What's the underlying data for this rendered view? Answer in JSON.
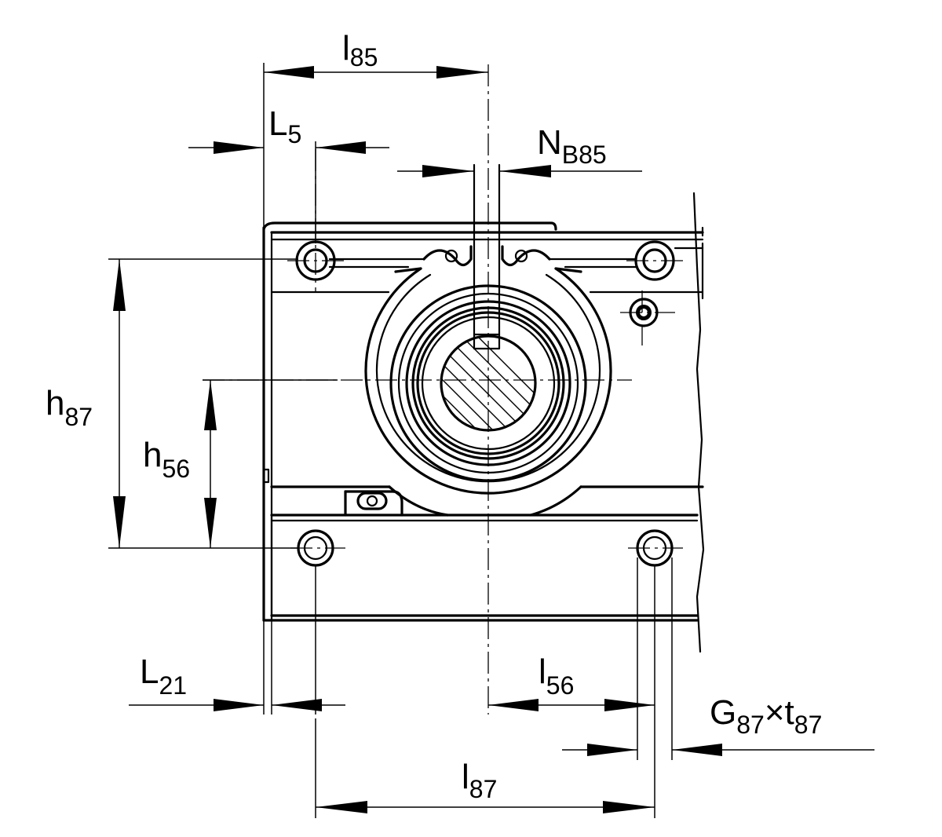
{
  "labels": {
    "l85": {
      "main": "l",
      "sub": "85"
    },
    "l5": {
      "main": "L",
      "sub": "5"
    },
    "nb85": {
      "main": "N",
      "sub": "B85"
    },
    "h87": {
      "main": "h",
      "sub": "87"
    },
    "h56": {
      "main": "h",
      "sub": "56"
    },
    "l21": {
      "main": "L",
      "sub": "21"
    },
    "l56": {
      "main": "l",
      "sub": "56"
    },
    "g87": {
      "main": "G",
      "sub": "87",
      "times": "×",
      "main2": "t",
      "sub2": "87"
    },
    "l87": {
      "main": "l",
      "sub": "87"
    }
  },
  "colors": {
    "ink": "#000000",
    "paper": "#ffffff"
  }
}
